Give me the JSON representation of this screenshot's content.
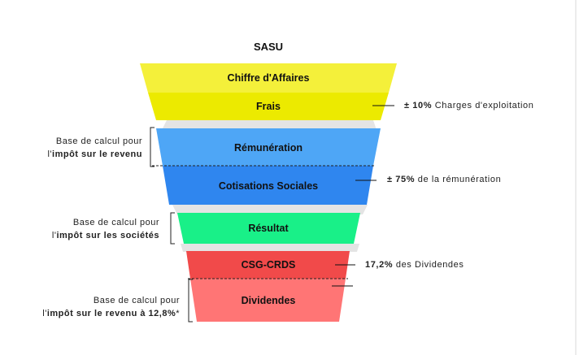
{
  "title": "SASU",
  "segments": [
    {
      "label": "Chiffre d'Affaires",
      "color": "#f4f03a"
    },
    {
      "label": "Frais",
      "color": "#ecea00"
    },
    {
      "label": "Rémunération",
      "color": "#4ea6f6"
    },
    {
      "label": "Cotisations Sociales",
      "color": "#2f86ef"
    },
    {
      "label": "Résultat",
      "color": "#19f088"
    },
    {
      "label": "CSG-CRDS",
      "color": "#f14a4a"
    },
    {
      "label": "Dividendes",
      "color": "#ff7575"
    }
  ],
  "annotations": {
    "frais": {
      "value": "± 10%",
      "text": " Charges d'exploitation"
    },
    "cotisations": {
      "value": "± 75%",
      "text": " de la rémunération"
    },
    "csg": {
      "value": "17,2%",
      "text": " des Dividendes"
    }
  },
  "sides": {
    "remuneration": {
      "line1": "Base de calcul pour",
      "prefix": "l'",
      "bold": "impôt sur le revenu"
    },
    "resultat": {
      "line1": "Base de calcul pour",
      "prefix": "l'",
      "bold": "impôt sur les sociétés"
    },
    "dividendes": {
      "line1": "Base de calcul pour",
      "prefix": "l'",
      "bold": "impôt sur le revenu à 12,8%",
      "suffix": "*"
    }
  }
}
